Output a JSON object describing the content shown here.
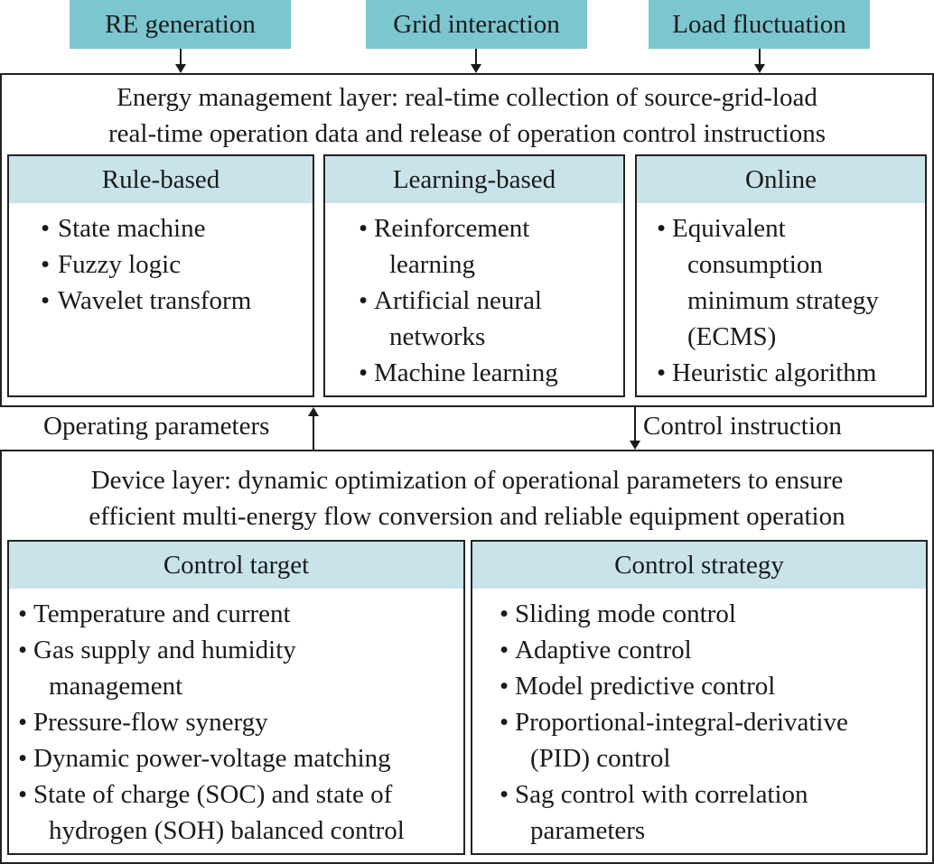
{
  "top_inputs": [
    "RE generation",
    "Grid interaction",
    "Load fluctuation"
  ],
  "energy_layer": {
    "desc_lines": [
      "Energy management layer: real-time collection of source-grid-load",
      "real-time operation data and release of operation control instructions"
    ],
    "panels": [
      {
        "title": "Rule-based",
        "items": [
          [
            "State machine"
          ],
          [
            "Fuzzy logic"
          ],
          [
            "Wavelet transform"
          ]
        ]
      },
      {
        "title": "Learning-based",
        "items": [
          [
            "Reinforcement",
            "learning"
          ],
          [
            "Artificial neural",
            "networks"
          ],
          [
            "Machine learning"
          ]
        ]
      },
      {
        "title": "Online",
        "items": [
          [
            "Equivalent",
            "consumption",
            "minimum strategy",
            "(ECMS)"
          ],
          [
            "Heuristic algorithm"
          ]
        ]
      }
    ]
  },
  "flows": {
    "up_label": "Operating parameters",
    "down_label": "Control instruction"
  },
  "device_layer": {
    "desc_lines": [
      "Device layer: dynamic optimization of operational parameters to ensure",
      "efficient multi-energy flow conversion and reliable equipment operation"
    ],
    "panels": [
      {
        "title": "Control target",
        "items": [
          [
            "Temperature and current"
          ],
          [
            "Gas supply and humidity",
            "management"
          ],
          [
            "Pressure-flow synergy"
          ],
          [
            "Dynamic power-voltage matching"
          ],
          [
            "State of charge (SOC) and state of",
            "hydrogen (SOH) balanced control"
          ]
        ]
      },
      {
        "title": "Control strategy",
        "items": [
          [
            "Sliding mode control"
          ],
          [
            "Adaptive control"
          ],
          [
            "Model predictive control"
          ],
          [
            "Proportional-integral-derivative",
            "(PID) control"
          ],
          [
            "Sag control with correlation",
            "parameters"
          ]
        ]
      }
    ]
  },
  "bullet": "•"
}
